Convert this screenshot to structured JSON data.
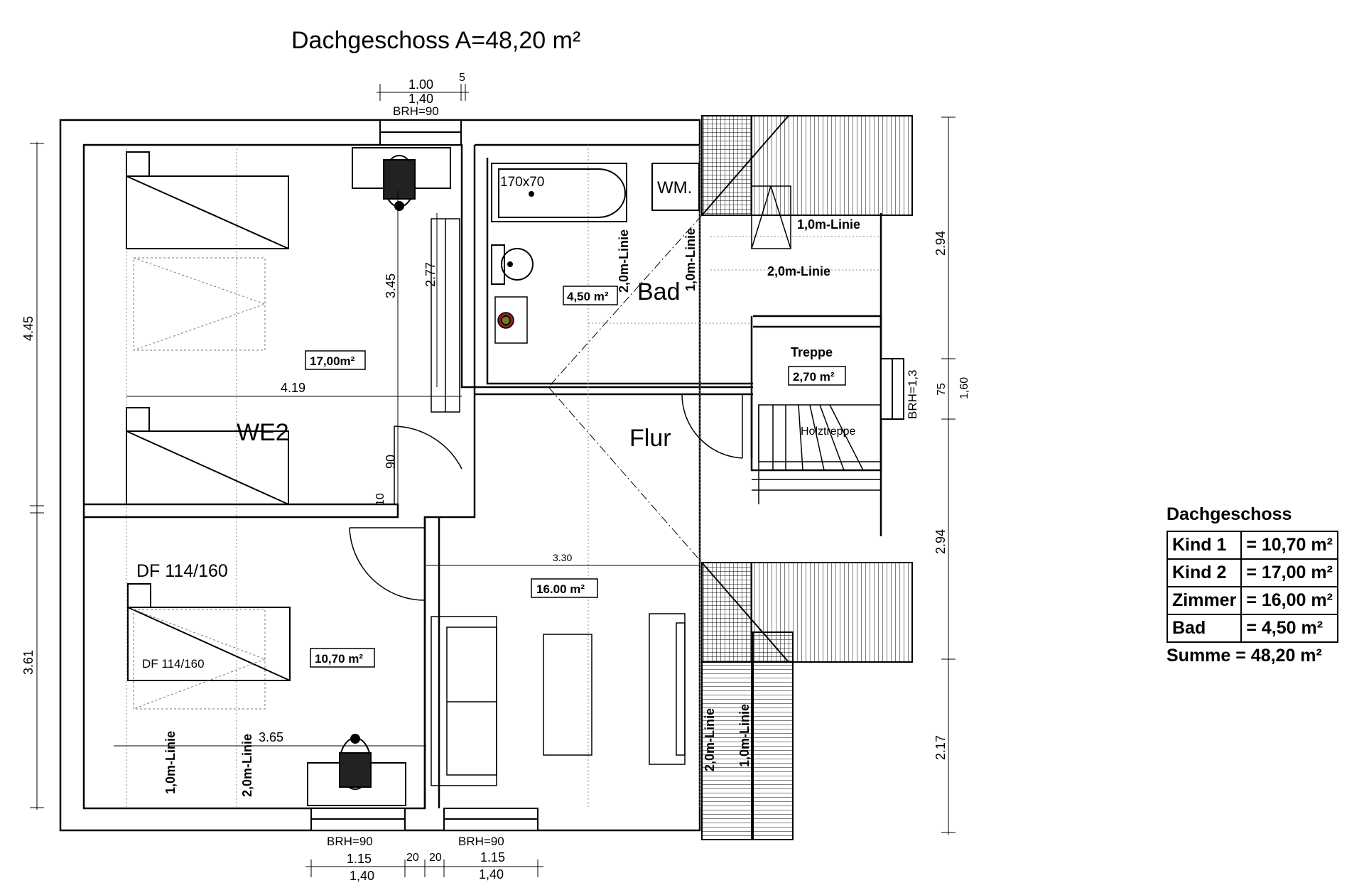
{
  "title": "Dachgeschoss A=48,20 m²",
  "rooms": {
    "we2": "WE2",
    "bad": "Bad",
    "flur": "Flur",
    "treppe": "Treppe",
    "holztreppe": "Holztreppe",
    "wm": "WM.",
    "bathtub": "170x70"
  },
  "areas": {
    "kind2": "17,00m²",
    "bad": "4,50 m²",
    "treppe": "2,70 m²",
    "zimmer": "16.00 m²",
    "kind1": "10,70 m²"
  },
  "skylights": {
    "label": "DF 114/160",
    "label_inner": "DF 114/160"
  },
  "lines": {
    "one_m": "1,0m-Linie",
    "two_m": "2,0m-Linie"
  },
  "dims": {
    "top_100": "1.00",
    "top_140": "1,40",
    "top_5": "5",
    "brh90": "BRH=90",
    "left_445": "4.45",
    "left_361": "3.61",
    "d_345": "3.45",
    "d_277": "2.77",
    "d_419": "4.19",
    "d_90": "90",
    "d_10": "10",
    "d_330": "3.30",
    "d_365": "3.65",
    "right_294a": "2.94",
    "right_75": "75",
    "right_160": "1,60",
    "right_brh13": "BRH=1,3",
    "right_294b": "2.94",
    "right_217": "2.17",
    "bot_brh90_a": "BRH=90",
    "bot_brh90_b": "BRH=90",
    "bot_115a": "1.15",
    "bot_20a": "20",
    "bot_20b": "20",
    "bot_115b": "1.15",
    "bot_140a": "1,40",
    "bot_140b": "1,40"
  },
  "summary": {
    "heading": "Dachgeschoss",
    "rows": [
      {
        "name": "Kind 1",
        "value": "= 10,70 m²"
      },
      {
        "name": "Kind 2",
        "value": "= 17,00 m²"
      },
      {
        "name": "Zimmer",
        "value": "= 16,00 m²"
      },
      {
        "name": "Bad",
        "value": "= 4,50 m²"
      }
    ],
    "total": "Summe = 48,20 m²"
  }
}
